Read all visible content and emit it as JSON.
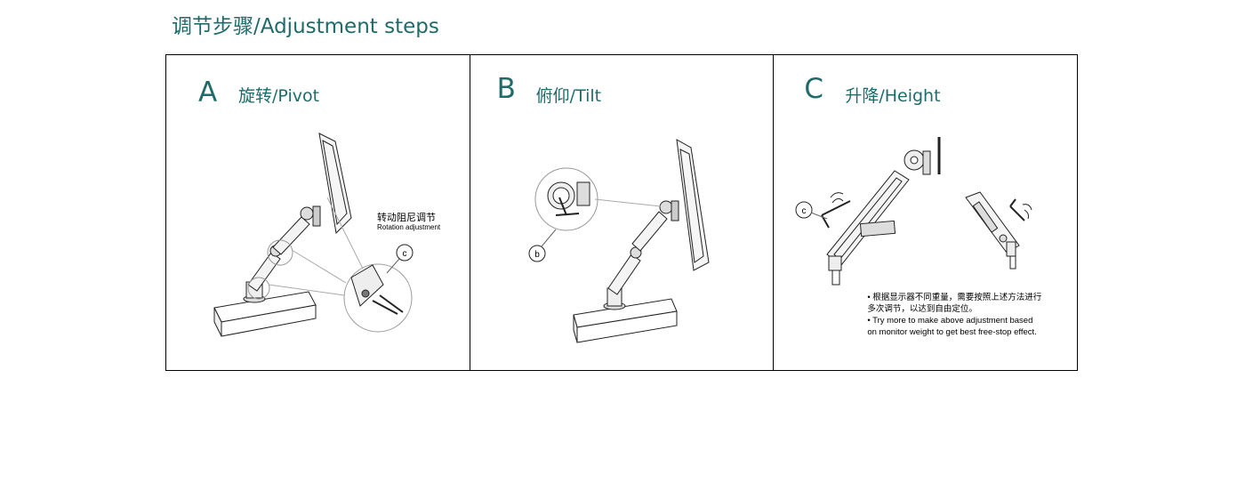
{
  "title": "调节步骤/Adjustment steps",
  "panels": [
    {
      "letter": "A",
      "title": "旋转/Pivot"
    },
    {
      "letter": "B",
      "title": "俯仰/Tilt"
    },
    {
      "letter": "C",
      "title": "升降/Height"
    }
  ],
  "labels": {
    "rotation_cn": "转动阻尼调节",
    "rotation_en": "Rotation adjustment",
    "callout_c": "c",
    "callout_b": "b"
  },
  "notes": [
    "• 根据显示器不同重量，需要按照上述方法进行",
    "  多次调节，以达到自由定位。",
    "• Try more to make above adjustment based",
    "  on monitor weight to get best free-stop effect."
  ],
  "colors": {
    "accent": "#1f6b6a",
    "border": "#000000"
  }
}
